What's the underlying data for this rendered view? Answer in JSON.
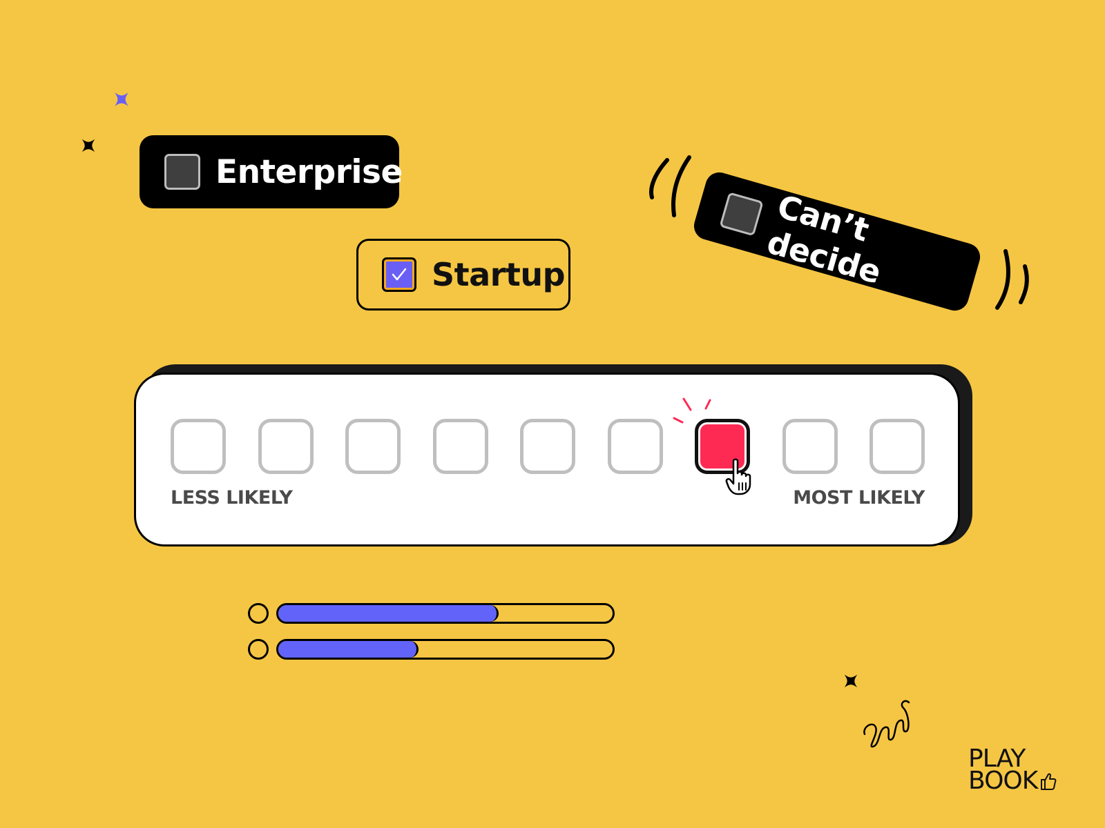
{
  "chips": {
    "enterprise": {
      "label": "Enterprise",
      "checked": false
    },
    "startup": {
      "label": "Startup",
      "checked": true
    },
    "cant_decide": {
      "label": "Can’t decide",
      "checked": false
    }
  },
  "rating": {
    "count": 9,
    "selected_index": 6,
    "min_label": "LESS LIKELY",
    "max_label": "MOST LIKELY"
  },
  "progress_bars": [
    {
      "value": 0.66
    },
    {
      "value": 0.42
    }
  ],
  "logo": {
    "line1": "PLAY",
    "line2": "BOOK"
  },
  "colors": {
    "background": "#F5C644",
    "accent_purple": "#6163F9",
    "selected_red": "#FF2A54",
    "dark": "#000000"
  },
  "icons": [
    "sparkle-icon",
    "checkmark-icon",
    "hand-cursor-icon",
    "squiggle-icon",
    "thumbs-up-icon"
  ]
}
